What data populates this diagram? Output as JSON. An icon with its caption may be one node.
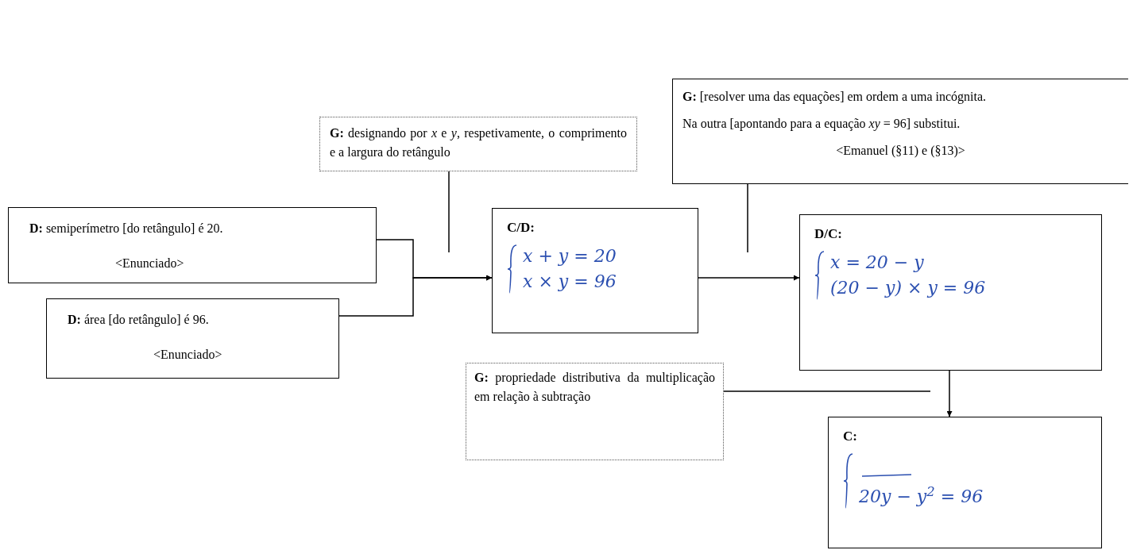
{
  "diagram": {
    "nodes": [
      {
        "text": [
          "**G:** designando por *x* e *y*, respetivamente, o comprimento e a largura do retângulo"
        ]
      },
      {
        "text": [
          "**G:** [resolver uma das equações] em ordem a uma incógnita.",
          "Na outra [apontando para a equação *xy* = 96] substitui.",
          "<Emanuel (§11) e (§13)>"
        ]
      },
      {
        "text": [
          "**D:** semiperímetro [do retângulo] é 20.",
          "<Enunciado>"
        ]
      },
      {
        "text": [
          "**D:** área [do retângulo] é 96.",
          "<Enunciado>"
        ]
      },
      {
        "text": [
          "C/D:",
          "x + y = 20",
          "x × y = 96"
        ]
      },
      {
        "text": [
          "D/C:",
          "x = 20 − y",
          "(20 − y) × y = 96"
        ]
      },
      {
        "text": [
          "**G:** propriedade distributiva da multiplicação em relação à subtração"
        ]
      },
      {
        "text": [
          "C:",
          "20y − y$^{2}$ = 96"
        ]
      }
    ],
    "edges": [
      {
        "from": 2,
        "to": 4,
        "arrow": "to"
      },
      {
        "from": 3,
        "to": 4,
        "arrow": "to"
      },
      {
        "from": 0,
        "to": null,
        "arrow": "none"
      },
      {
        "from": 1,
        "to": null,
        "arrow": "none"
      },
      {
        "from": 4,
        "to": 5,
        "arrow": "to"
      },
      {
        "from": 6,
        "to": null,
        "arrow": "none"
      },
      {
        "from": 5,
        "to": 7,
        "arrow": "to"
      }
    ]
  }
}
